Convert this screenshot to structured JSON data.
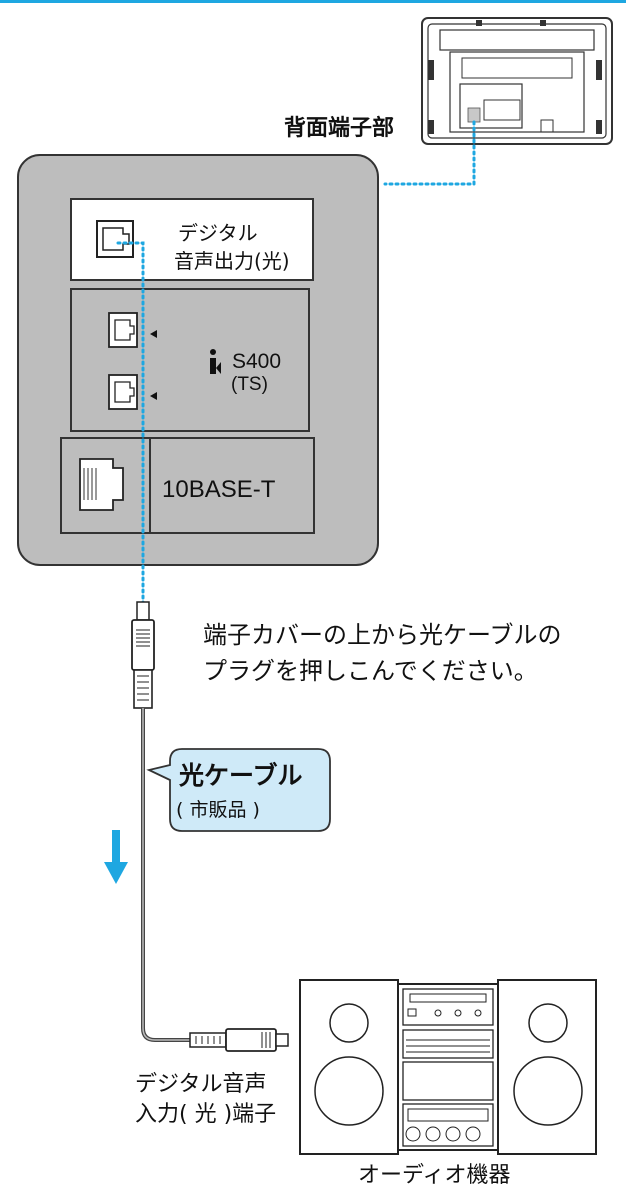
{
  "labels": {
    "rear_terminal": "背面端子部",
    "digital_audio_out_line1": "デジタル",
    "digital_audio_out_line2": "音声出力(光)",
    "ilink_model": "S400",
    "ilink_ts": "(TS)",
    "ethernet_port": "10BASE-T",
    "instruction_line1": "端子カバーの上から光ケーブルの",
    "instruction_line2": "プラグを押しこんでください。",
    "cable_name": "光ケーブル",
    "cable_note": "( 市販品 )",
    "audio_input_line1": "デジタル音声",
    "audio_input_line2": "入力( 光 )端子",
    "audio_device": "オーディオ機器"
  },
  "colors": {
    "top_rule": "#1ea7e1",
    "panel_fill": "#bdbdbd",
    "panel_stroke": "#333333",
    "dotted_line": "#1ea7e1",
    "arrow": "#1ea7e1",
    "callout_fill": "#cfeaf8",
    "cable": "#444444"
  },
  "icons": [
    "optical-port-icon",
    "ilink-port-icon",
    "ilink-logo-icon",
    "ethernet-port-icon",
    "down-arrow-icon",
    "optical-plug-icon"
  ]
}
